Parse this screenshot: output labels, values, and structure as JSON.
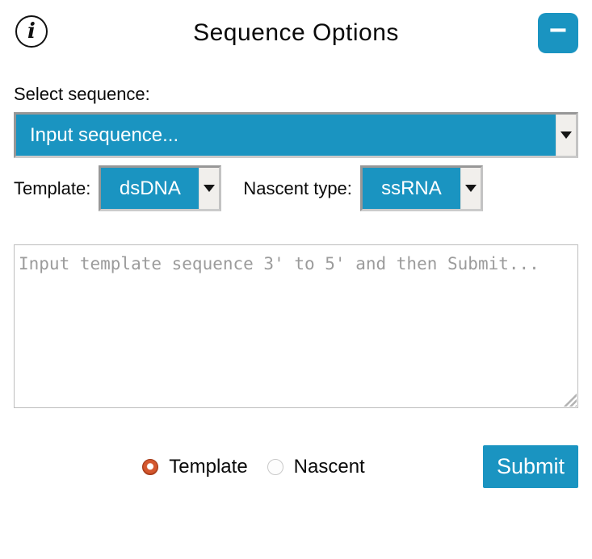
{
  "header": {
    "info_icon_glyph": "i",
    "title": "Sequence Options",
    "minimize_label": "−"
  },
  "sequence_select": {
    "label": "Select sequence:",
    "selected_option": "Input sequence..."
  },
  "type_row": {
    "template_label": "Template:",
    "template_value": "dsDNA",
    "nascent_label": "Nascent type:",
    "nascent_value": "ssRNA"
  },
  "sequence_input": {
    "value": "",
    "placeholder": "Input template sequence 3' to 5' and then Submit..."
  },
  "display_mode": {
    "options": [
      {
        "label": "Template",
        "selected": true
      },
      {
        "label": "Nascent",
        "selected": false
      }
    ]
  },
  "submit": {
    "label": "Submit"
  },
  "colors": {
    "accent": "#1a94c1",
    "radio_selected": "#d4572e",
    "select_border": "#979797",
    "placeholder_text": "#9b9b9b"
  }
}
